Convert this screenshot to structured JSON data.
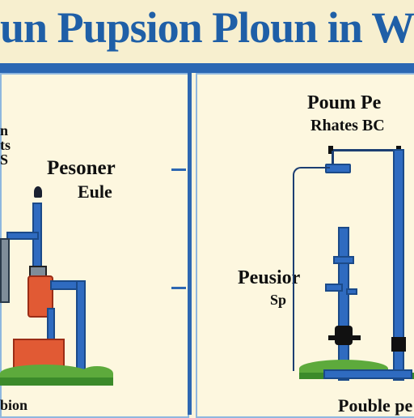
{
  "title": "un Pupsion Ploun in W",
  "left_panel": {
    "labels": {
      "top_left": "n\nts\nS",
      "center": "Pesoner",
      "center_sub": "Eule",
      "bottom": "bion"
    }
  },
  "right_panel": {
    "labels": {
      "top_title": "Poum Pe",
      "top_sub": "Rhates BC",
      "middle": "Peusior",
      "middle_sub": "Sp",
      "bottom": "Pouble pe"
    }
  },
  "colors": {
    "title_blue": "#1f5fa7",
    "pipe_blue": "#2f6bc0",
    "tank_red": "#e15a34",
    "grass_green": "#5daa3c",
    "background": "#fbf4dc"
  }
}
